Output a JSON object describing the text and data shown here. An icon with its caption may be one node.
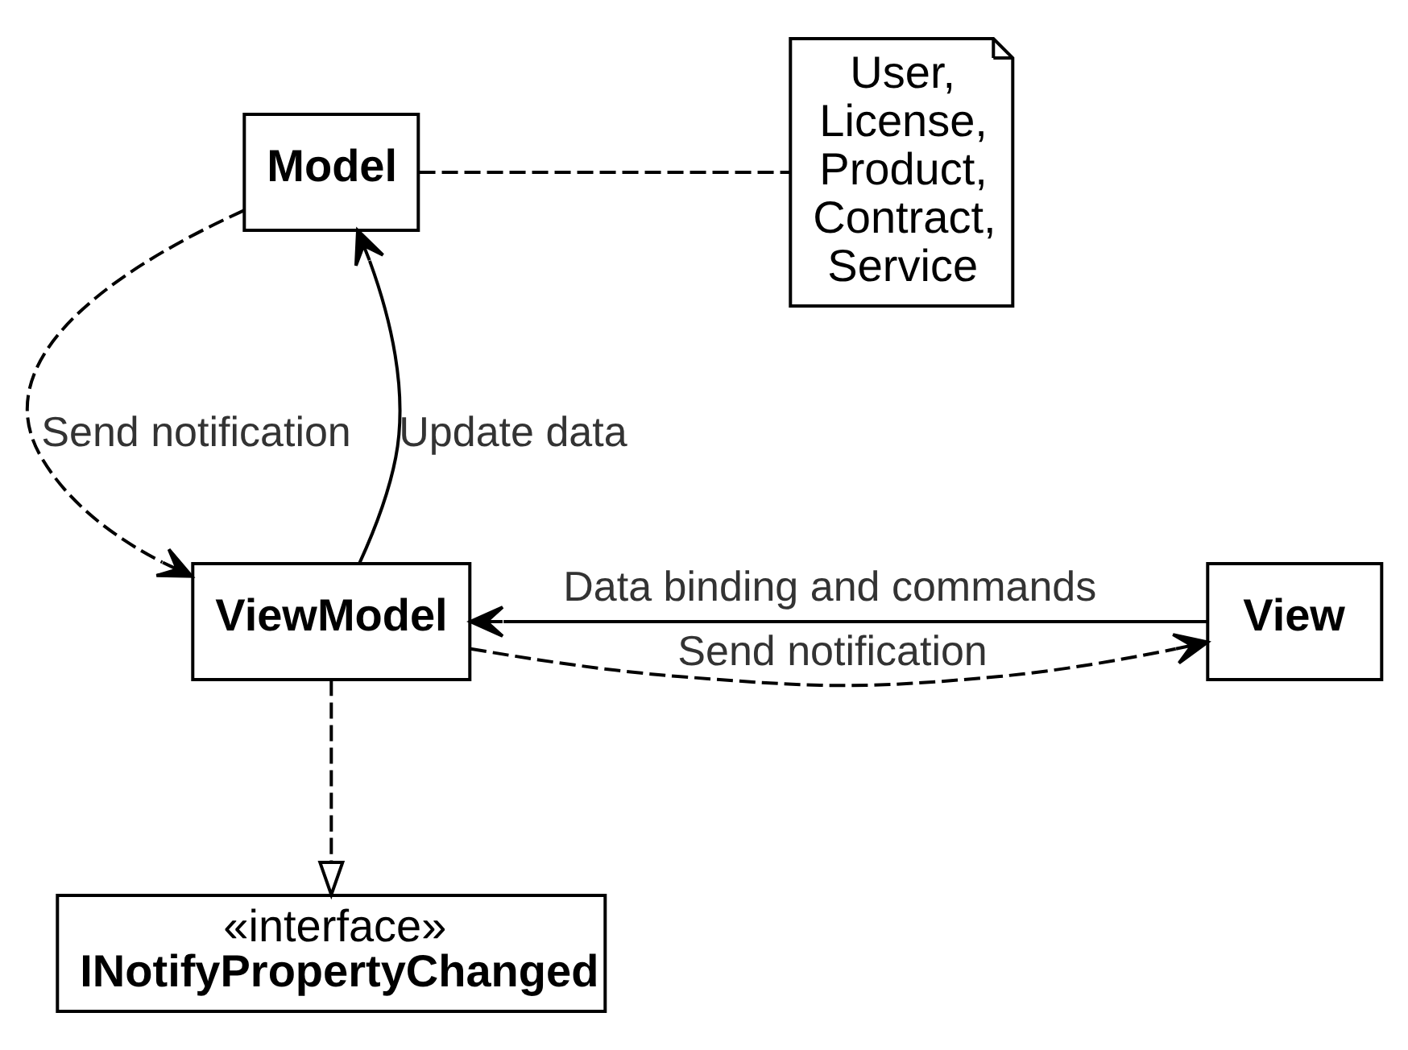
{
  "diagram": {
    "nodes": [
      {
        "text": [
          "Model"
        ]
      },
      {
        "text": [
          "User, License, Product, Contract, Service"
        ]
      },
      {
        "text": [
          "ViewModel"
        ]
      },
      {
        "text": [
          "View"
        ]
      },
      {
        "text": [
          "«interface»",
          "INotifyPropertyChanged"
        ]
      }
    ],
    "edges": [
      {
        "from": 0,
        "to": 1,
        "arrow": "none",
        "style": "dashed"
      },
      {
        "from": 0,
        "to": 2,
        "arrow": "to",
        "style": "dashed",
        "label": "Send notification"
      },
      {
        "from": 2,
        "to": 0,
        "arrow": "to",
        "label": "Update data"
      },
      {
        "from": 3,
        "to": 2,
        "arrow": "to",
        "label": "Data binding and commands"
      },
      {
        "from": 2,
        "to": 3,
        "arrow": "to",
        "style": "dashed",
        "label": "Send notification"
      },
      {
        "from": 2,
        "to": 4,
        "arrow": "to",
        "style": "dashed"
      }
    ]
  }
}
